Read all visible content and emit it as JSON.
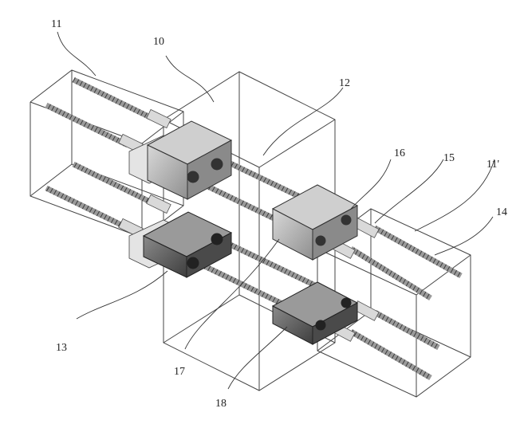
{
  "figure": {
    "labels": {
      "l10": "10",
      "l11": "11",
      "l11p": "11'",
      "l12": "12",
      "l13": "13",
      "l14": "14",
      "l15": "15",
      "l16": "16",
      "l17": "17",
      "l18": "18"
    },
    "colors": {
      "line": "#444444",
      "block_light": "#bdbdbd",
      "block_dark": "#6b6b6b",
      "rod": "#8a8a8a",
      "sleeve": "#d9d9d9"
    }
  }
}
